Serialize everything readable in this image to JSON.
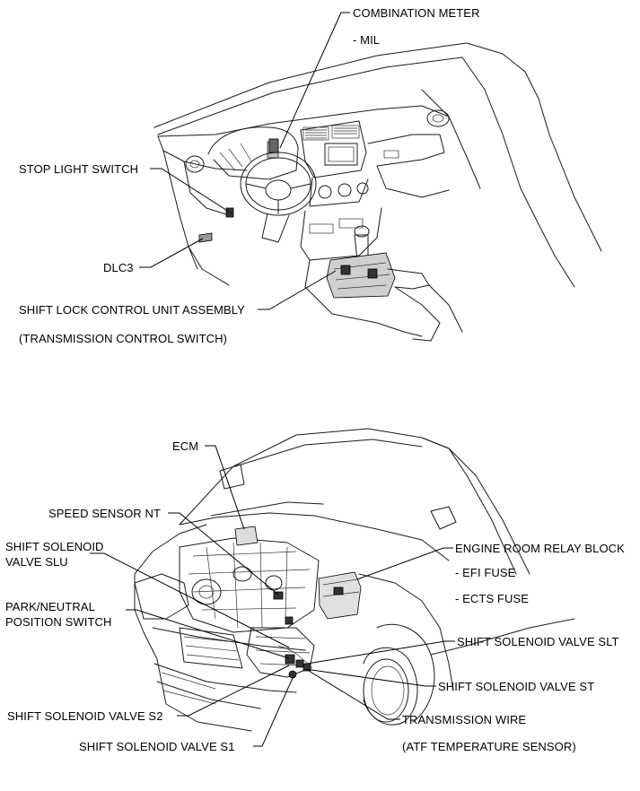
{
  "top_labels": {
    "combination_meter": "COMBINATION METER",
    "mil": "- MIL",
    "stop_light_switch": "STOP LIGHT SWITCH",
    "dlc3": "DLC3",
    "shift_lock_control_unit": "SHIFT LOCK CONTROL UNIT ASSEMBLY",
    "transmission_control_switch": "(TRANSMISSION CONTROL SWITCH)"
  },
  "bottom_labels": {
    "ecm": "ECM",
    "speed_sensor_nt": "SPEED SENSOR NT",
    "shift_solenoid_slu_1": "SHIFT SOLENOID",
    "shift_solenoid_slu_2": "VALVE SLU",
    "park_neutral_1": "PARK/NEUTRAL",
    "park_neutral_2": "POSITION SWITCH",
    "engine_room_relay_block": "ENGINE ROOM RELAY BLOCK",
    "efi_fuse": "- EFI FUSE",
    "ects_fuse": "- ECTS FUSE",
    "shift_solenoid_slt": "SHIFT SOLENOID VALVE SLT",
    "shift_solenoid_st": "SHIFT SOLENOID VALVE ST",
    "shift_solenoid_s2": "SHIFT SOLENOID VALVE S2",
    "transmission_wire": "TRANSMISSION WIRE",
    "shift_solenoid_s1": "SHIFT SOLENOID VALVE S1",
    "atf_temperature_sensor": "(ATF TEMPERATURE SENSOR)"
  }
}
